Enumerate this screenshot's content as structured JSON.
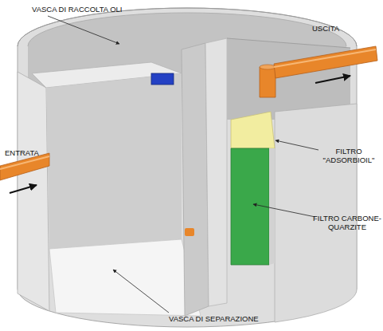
{
  "diagram": {
    "labels": [
      "VASCA DI RACCOLTA OLI",
      "USCITA",
      "ENTRATA",
      "FILTRO \"ADSORBIOIL\"",
      "FILTRO CARBONE-QUARZITE",
      "VASCA DI SEPARAZIONE"
    ]
  }
}
